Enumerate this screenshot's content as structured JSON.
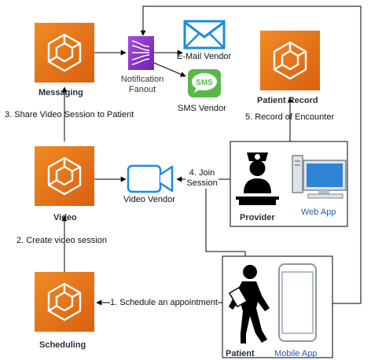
{
  "nodes": {
    "messaging": "Messaging",
    "notification": "Notification\nFanout",
    "email": "E-Mail Vendor",
    "sms": "SMS Vendor",
    "sms_icon_text": "SMS",
    "patient_record": "Patient Record",
    "video": "Video",
    "video_vendor": "Video Vendor",
    "provider": "Provider",
    "web_app": "Web App",
    "scheduling": "Scheduling",
    "patient": "Patient",
    "mobile_app": "Mobile App"
  },
  "edges": {
    "share_video": "3. Share Video Session to Patient",
    "record_encounter": "5. Record of Encounter",
    "join_session": "4. Join\nSession",
    "create_video": "2. Create video session",
    "schedule_appt": "1. Schedule an appointment"
  },
  "colors": {
    "service_orange": "#e8701a",
    "vendor_blue": "#1a8ce0",
    "sms_green": "#58b947",
    "notification_purple": "#8b33c8",
    "label_blue": "#1f5fa8"
  }
}
